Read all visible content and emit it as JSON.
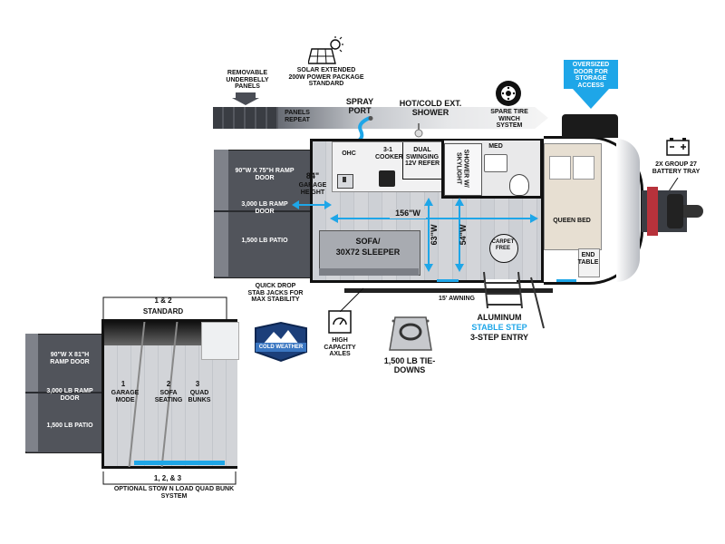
{
  "top_labels": {
    "underbelly": "REMOVABLE UNDERBELLY PANELS",
    "solar": "SOLAR EXTENDED 200W POWER PACKAGE STANDARD",
    "panels_repeat": "PANELS REPEAT",
    "spray_port": "SPRAY PORT",
    "shower": "HOT/COLD EXT. SHOWER",
    "spare_tire": "SPARE TIRE WINCH SYSTEM",
    "storage_door": "OVERSIZED DOOR FOR STORAGE ACCESS",
    "battery": "2X GROUP 27 BATTERY TRAY"
  },
  "ramp": {
    "door_size": "90\"W x 75\"H RAMP DOOR",
    "door_rating": "3,000 LB RAMP DOOR",
    "patio": "1,500 LB PATIO",
    "garage_height_value": "84\"",
    "garage_height_label": "GARAGE HEIGHT"
  },
  "interior": {
    "ohc": "OHC",
    "cooker": "3-1 COOKER",
    "refer": "DUAL SWINGING 12V REFER",
    "shower": "SHOWER W/ SKYLIGHT",
    "med": "MED",
    "width_156": "156\"W",
    "width_63": "63\"W",
    "width_54": "54\"W",
    "sofa_title": "SOFA/",
    "sofa_size": "30x72 SLEEPER",
    "carpet": "CARPET FREE",
    "queen_bed": "QUEEN BED",
    "end_table": "END TABLE"
  },
  "bottom_labels": {
    "stab_jacks": "QUICK DROP STAB JACKS FOR MAX STABILITY",
    "awning": "15' AWNING",
    "axles": "HIGH CAPACITY AXLES",
    "cold_weather": "COLD WEATHER",
    "tie_downs": "1,500 LB TIE-DOWNS",
    "step_line1": "ALUMINUM",
    "step_line2": "STABLE STEP",
    "step_line3": "3-STEP ENTRY"
  },
  "inset": {
    "standard_num": "1 & 2",
    "standard": "STANDARD",
    "door_size": "90\"W x 81\"H RAMP DOOR",
    "door_rating": "3,000 LB RAMP DOOR",
    "patio": "1,500 LB PATIO",
    "mode1_num": "1",
    "mode1": "GARAGE MODE",
    "mode2_num": "2",
    "mode2": "SOFA SEATING",
    "mode3_num": "3",
    "mode3": "QUAD BUNKS",
    "footer_num": "1, 2, & 3",
    "footer": "OPTIONAL STOW N LOAD QUAD BUNK SYSTEM"
  },
  "colors": {
    "accent_blue": "#1ea6e8",
    "dark_gray": "#4a4d55",
    "floor": "#c9ccd1",
    "wall": "#111111"
  }
}
